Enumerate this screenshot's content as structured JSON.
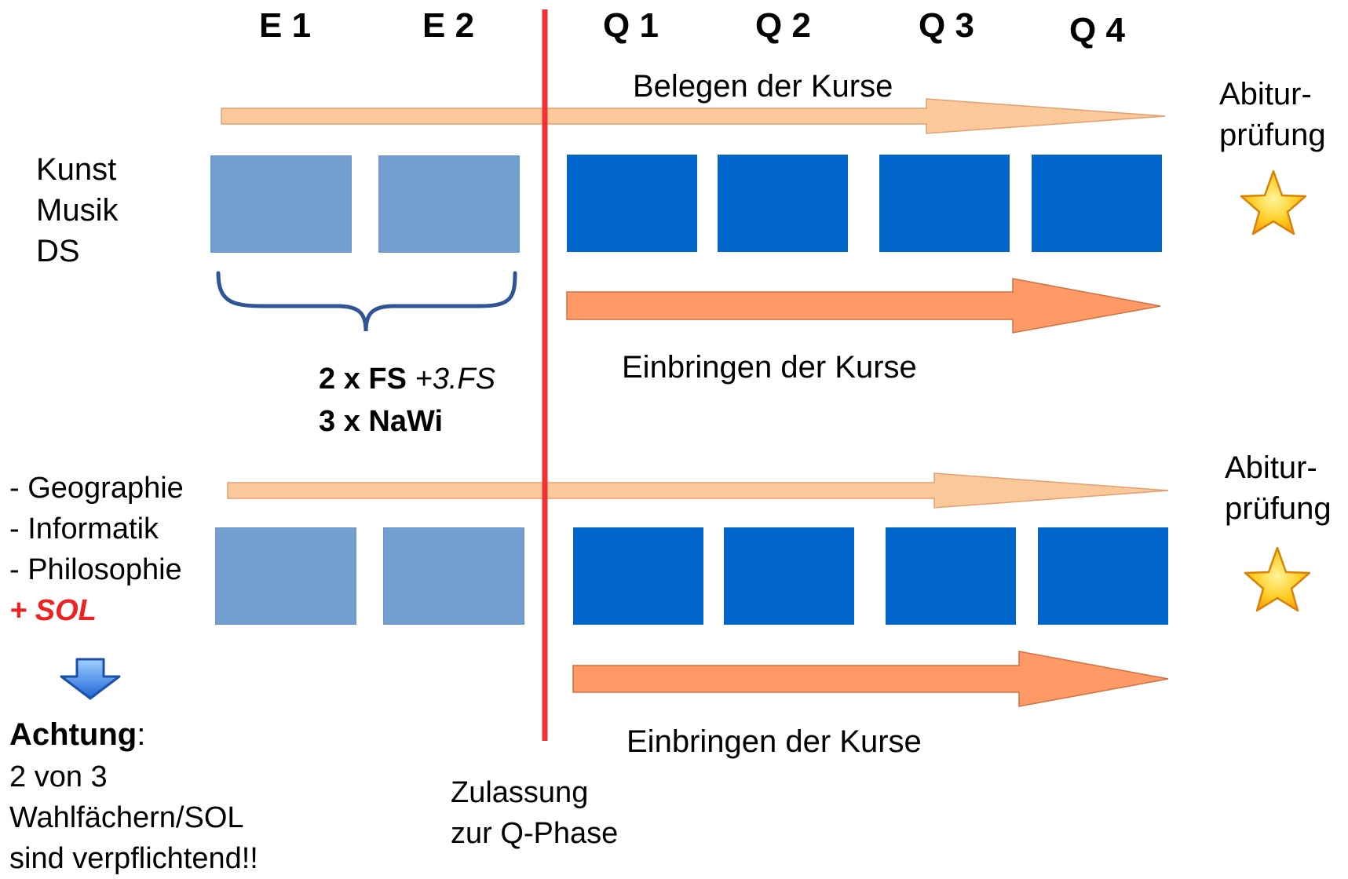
{
  "headers": [
    "E 1",
    "E 2",
    "Q 1",
    "Q 2",
    "Q 3",
    "Q 4"
  ],
  "top_section": {
    "arrow_label": "Belegen der Kurse",
    "subjects": [
      "Kunst",
      "Musik",
      "DS"
    ],
    "abitur_line1": "Abitur-",
    "abitur_line2": "prüfung",
    "bracket_note": {
      "line1_bold": "2 x FS",
      "line1_italic": " +3.FS",
      "line2_bold": "3 x NaWi"
    },
    "bottom_arrow_label": "Einbringen der Kurse"
  },
  "bottom_section": {
    "subjects": [
      "- Geographie",
      "- Informatik",
      "- Philosophie"
    ],
    "extra": "+ SOL",
    "abitur_line1": "Abitur-",
    "abitur_line2": "prüfung",
    "bottom_arrow_label": "Einbringen der Kurse"
  },
  "warning": {
    "title": "Achtung",
    "colon": ":",
    "lines": [
      "2 von 3",
      "Wahlfächern/SOL",
      "sind verpflichtend!!"
    ]
  },
  "divider": {
    "line1": "Zulassung",
    "line2": "zur Q-Phase"
  },
  "colors": {
    "light_block": "#729fcf",
    "dark_block": "#0066cc",
    "pale_arrow": "#fbc89a",
    "orange_arrow": "#ff9966",
    "divider": "#ee3333",
    "sol": "#ee2222",
    "brace": "#2f5597"
  },
  "icons": [
    "star-icon",
    "down-arrow-icon",
    "curly-brace-icon"
  ]
}
